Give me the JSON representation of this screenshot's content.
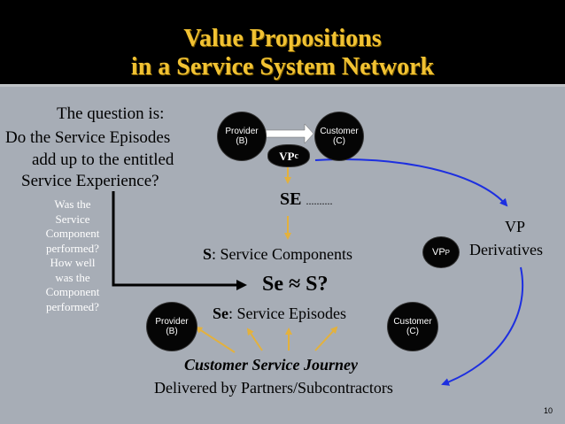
{
  "title": {
    "line1": "Value Propositions",
    "line2": "in a Service System Network"
  },
  "question": {
    "line1": "The question is:",
    "line2": "Do the Service Episodes",
    "line3": "add up to the entitled",
    "line4": "Service Experience?"
  },
  "side_question": [
    "Was the",
    "Service",
    "Component",
    "performed?",
    "How well",
    "was the",
    "Component",
    "performed?"
  ],
  "nodes": {
    "provider_top": {
      "line1": "Provider",
      "line2": "(B)"
    },
    "customer_top": {
      "line1": "Customer",
      "line2": "(C)"
    },
    "provider_bottom": {
      "line1": "Provider",
      "line2": "(B)"
    },
    "customer_bottom": {
      "line1": "Customer",
      "line2": "(C)"
    },
    "vpc": {
      "main": "VP",
      "sub": "c"
    },
    "vpp": {
      "main": "VP",
      "sub": "P"
    }
  },
  "labels": {
    "se": "SE",
    "se_dots": "..........",
    "s_prefix": "S",
    "s_rest": ": Service Components",
    "se_approx": "Se ≈ S?",
    "se_prefix": "Se",
    "se_rest": ": Service Episodes",
    "vp_deriv_1": "VP",
    "vp_deriv_2": "Derivatives",
    "journey": "Customer Service Journey",
    "delivered": "Delivered by Partners/Subcontractors"
  },
  "page_number": "10",
  "colors": {
    "title": "#f1c233",
    "background": "#a7adb6",
    "arrow_gold": "#e3b13d",
    "arrow_blue": "#1d2fe0"
  }
}
